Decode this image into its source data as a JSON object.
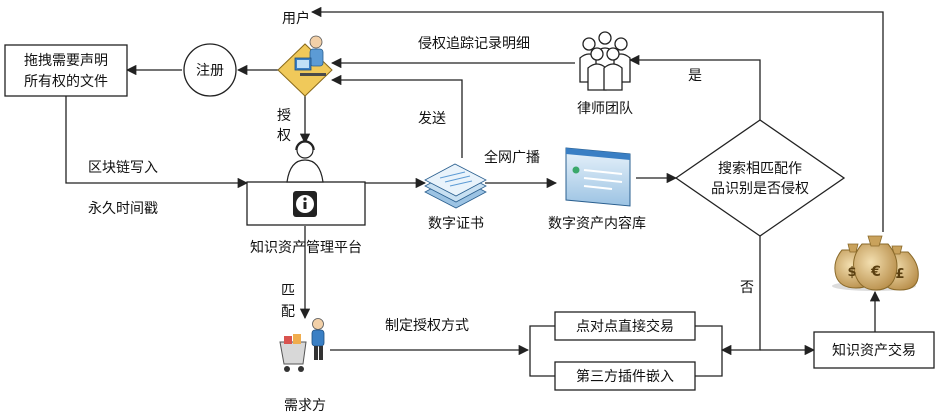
{
  "nodes": {
    "user": "用户",
    "upload_doc_line1": "拖拽需要声明",
    "upload_doc_line2": "所有权的文件",
    "register": "注册",
    "authorize_char1": "授",
    "authorize_char2": "权",
    "platform": "知识资产管理平台",
    "blockchain_write": "区块链写入",
    "timestamp": "永久时间戳",
    "send": "发送",
    "cert": "数字证书",
    "broadcast": "全网广播",
    "content_db": "数字资产内容库",
    "search_line1": "搜索相匹配作",
    "search_line2": "品识别是否侵权",
    "yes": "是",
    "no": "否",
    "lawyer_team": "律师团队",
    "infringement_log": "侵权追踪记录明细",
    "match_char1": "匹",
    "match_char2": "配",
    "demander": "需求方",
    "auth_method": "制定授权方式",
    "p2p_trade": "点对点直接交易",
    "third_party": "第三方插件嵌入",
    "asset_trade": "知识资产交易"
  },
  "icons": {
    "user": "user-at-computer-icon",
    "platform": "info-icon",
    "cert": "certificate-stack-icon",
    "content_db": "browser-window-icon",
    "lawyer": "people-group-icon",
    "demander": "shopping-cart-person-icon",
    "money": "money-bags-icon"
  },
  "colors": {
    "line": "#222222",
    "accent_blue": "#3a7fc4",
    "money_bag": "#c9a25c"
  }
}
